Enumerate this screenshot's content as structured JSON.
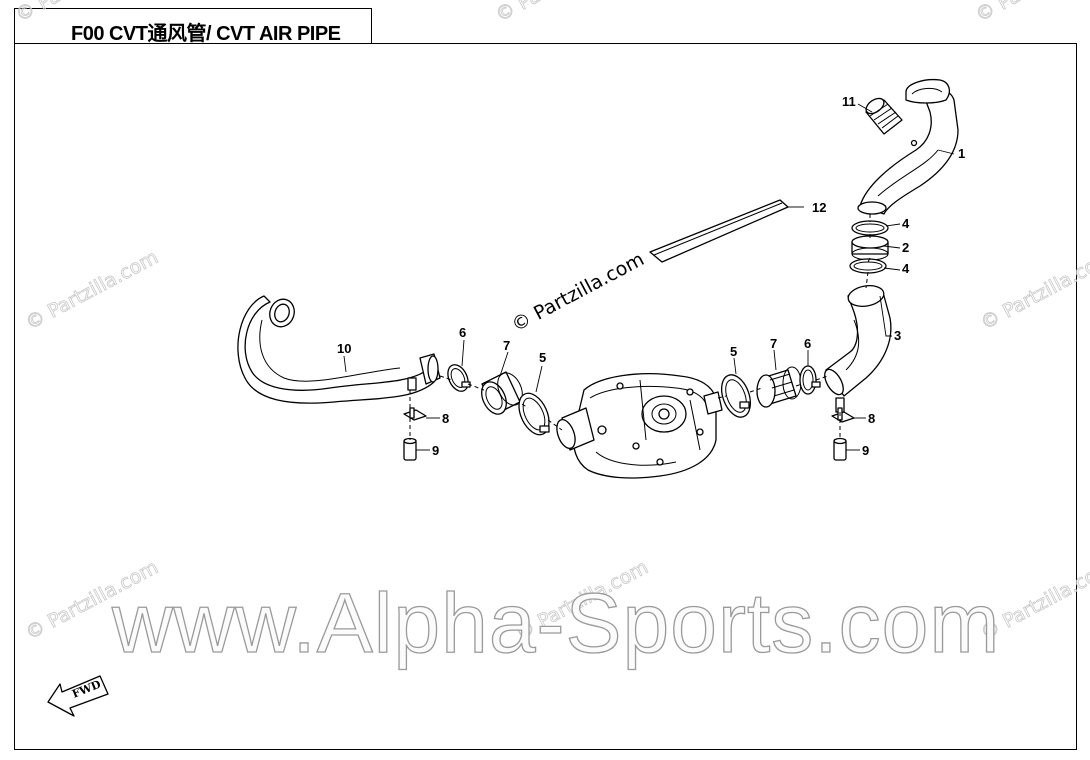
{
  "title": "F00 CVT通风管/ CVT AIR PIPE",
  "watermarks": {
    "partzilla": "© Partzilla.com",
    "partzilla_center": "© Partzilla.com",
    "site": "www.Alpha-Sports.com"
  },
  "fwd_label": "FWD",
  "callouts": {
    "c1": "1",
    "c2": "2",
    "c3": "3",
    "c4a": "4",
    "c4b": "4",
    "c5l": "5",
    "c5r": "5",
    "c6l": "6",
    "c6r": "6",
    "c7l": "7",
    "c7r": "7",
    "c8l": "8",
    "c8r": "8",
    "c9l": "9",
    "c9r": "9",
    "c10": "10",
    "c11": "11",
    "c12": "12"
  },
  "colors": {
    "line": "#000000",
    "watermark": "#9a9a9a",
    "background": "#ffffff"
  }
}
